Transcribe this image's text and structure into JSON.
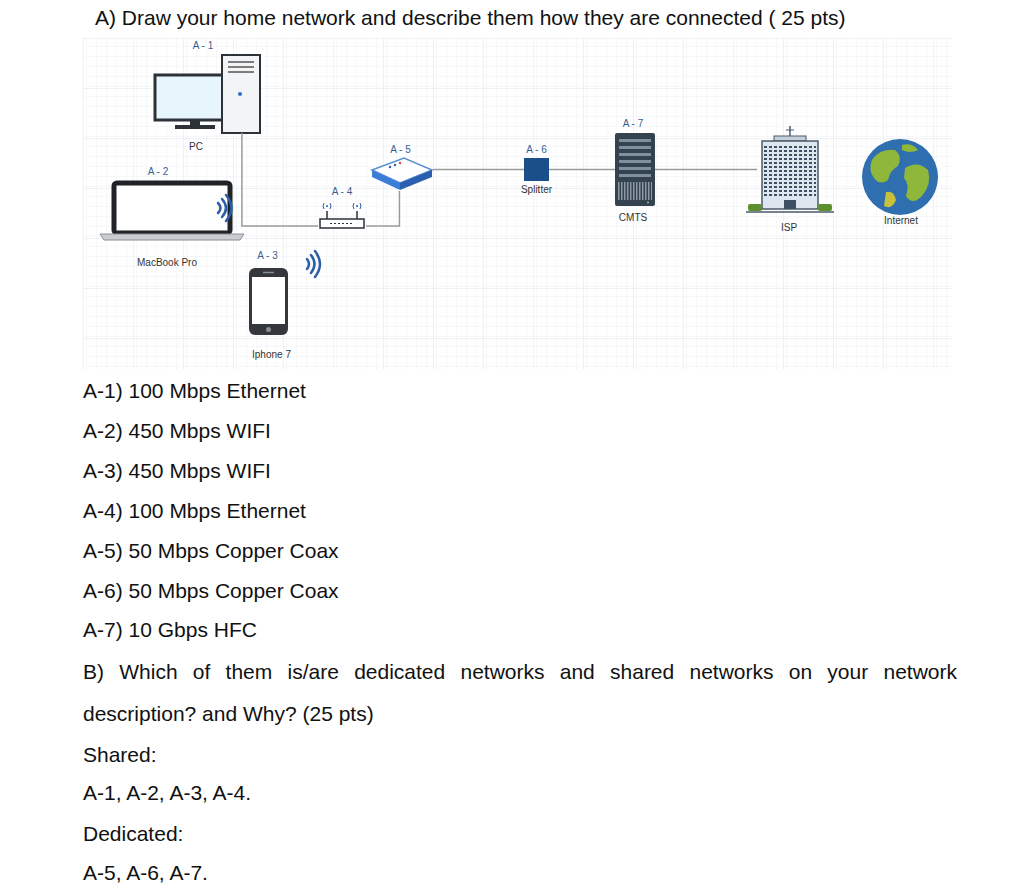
{
  "diagram": {
    "title": "A) Draw your home network and describe them how they are connected ( 25 pts)",
    "nodes": [
      {
        "text": [
          "A - 1",
          "PC"
        ]
      },
      {
        "text": [
          "A - 2",
          "MacBook Pro"
        ]
      },
      {
        "text": [
          "A - 3",
          "Iphone 7"
        ]
      },
      {
        "text": [
          "A - 4"
        ]
      },
      {
        "text": [
          "A - 5"
        ]
      },
      {
        "text": [
          "A - 6",
          "Splitter"
        ]
      },
      {
        "text": [
          "A - 7",
          "CMTS"
        ]
      },
      {
        "text": [
          "ISP"
        ]
      },
      {
        "text": [
          "Internet"
        ]
      }
    ],
    "edges": [
      {
        "from": 0,
        "to": 3,
        "arrow": "none"
      },
      {
        "from": 3,
        "to": 4,
        "arrow": "none"
      },
      {
        "from": 4,
        "to": 5,
        "arrow": "none"
      },
      {
        "from": 5,
        "to": 6,
        "arrow": "none"
      },
      {
        "from": 6,
        "to": 7,
        "arrow": "none"
      }
    ],
    "labels": [
      "A-1) 100 Mbps Ethernet",
      "A-2) 450 Mbps WIFI",
      "A-3) 450 Mbps WIFI",
      "A-4) 100 Mbps Ethernet",
      "A-5) 50 Mbps Copper Coax",
      "A-6) 50 Mbps Copper Coax",
      "A-7) 10 Gbps HFC",
      "B) Which of them is/are dedicated networks and shared networks on your network description? and Why? (25 pts)",
      "Shared:",
      "A-1, A-2, A-3, A-4.",
      "Dedicated:",
      "A-5, A-6, A-7."
    ]
  }
}
